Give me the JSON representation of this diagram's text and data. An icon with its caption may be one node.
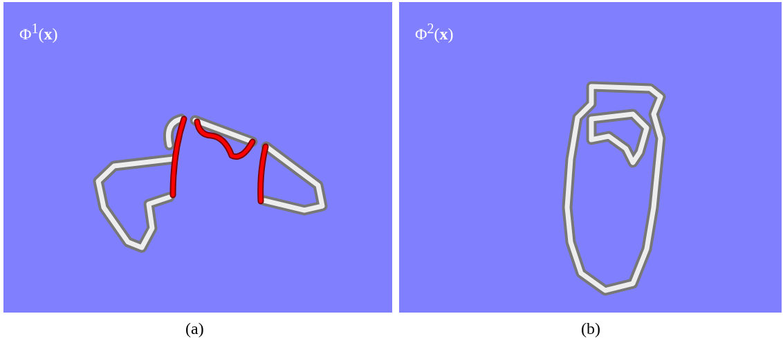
{
  "diagram": {
    "labels": [
      "Φ$^{1}$(**x**)",
      "Φ$^{2}$(**x**)",
      "(a)",
      "(b)"
    ]
  }
}
